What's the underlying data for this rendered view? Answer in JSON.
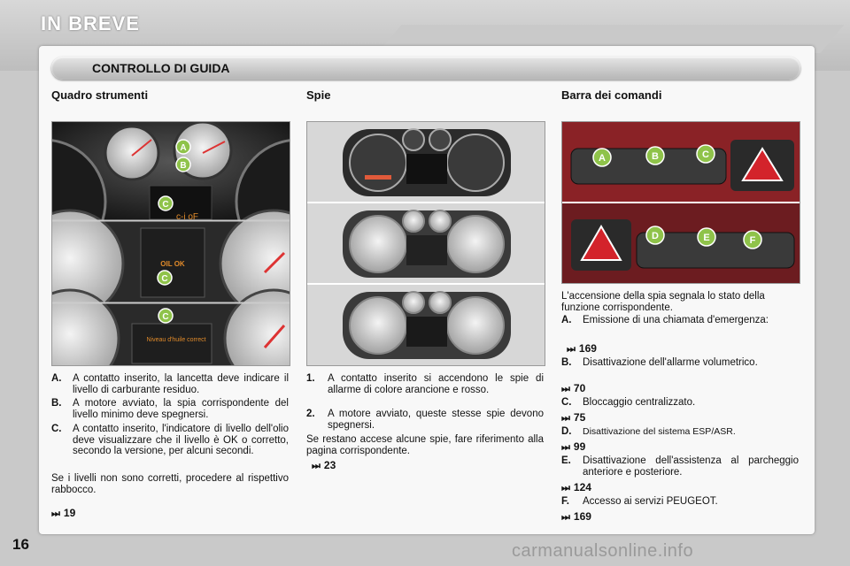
{
  "page_title": "IN BREVE",
  "section_title": "CONTROLLO DI GUIDA",
  "columns": {
    "quadro": {
      "heading": "Quadro strumenti",
      "items": [
        {
          "key": "A.",
          "text": "A contatto inserito, la lancetta deve indicare il livello di carburante residuo."
        },
        {
          "key": "B.",
          "text": "A motore avviato, la spia corrispondente del livello minimo deve spegnersi."
        },
        {
          "key": "C.",
          "text": "A contatto inserito, l'indicatore di livello dell'olio deve visualizzare che il livello è OK o corretto, secondo la versione, per alcuni secondi."
        }
      ],
      "note": "Se i livelli non sono corretti, procedere al rispettivo rabbocco.",
      "ref": "19",
      "image_labels": {
        "a": "A",
        "b": "B",
        "c": "C",
        "oil_ok": "OIL OK",
        "niveau": "Niveau d'huile correct"
      }
    },
    "spie": {
      "heading": "Spie",
      "items": [
        {
          "key": "1.",
          "text": "A contatto inserito si accendono le spie di allarme di colore arancione e rosso."
        },
        {
          "key": "2.",
          "text": "A motore avviato, queste stesse spie devono spegnersi."
        }
      ],
      "note": "Se restano accese alcune spie, fare riferimento alla pagina corrispondente.",
      "ref": "23"
    },
    "barra": {
      "heading": "Barra dei comandi",
      "intro": "L'accensione della spia segnala lo stato della funzione corrispondente.",
      "entries": [
        {
          "key": "A.",
          "text": "Emissione di una chiamata d'emergenza:",
          "ref": "169"
        },
        {
          "key": "B.",
          "text": "Disattivazione dell'allarme volumetrico.",
          "ref": "70"
        },
        {
          "key": "C.",
          "text": "Bloccaggio centralizzato.",
          "ref": "75"
        },
        {
          "key": "D.",
          "text": "Disattivazione del sistema ESP/ASR.",
          "ref": "99"
        },
        {
          "key": "E.",
          "text": "Disattivazione dell'assistenza al parcheggio anteriore e posteriore.",
          "ref": "124"
        },
        {
          "key": "F.",
          "text": "Accesso ai servizi PEUGEOT.",
          "ref": "169"
        }
      ],
      "image_labels": [
        "A",
        "B",
        "C",
        "D",
        "E",
        "F"
      ]
    }
  },
  "ref_arrow": "⏭",
  "page_number": "16",
  "watermark": "carmanualsonline.info",
  "colors": {
    "accent_green": "#8fc34a",
    "cluster_dark": "#2a2a2a",
    "dash_red": "#8a2226",
    "hazard_red": "#d3232b"
  }
}
